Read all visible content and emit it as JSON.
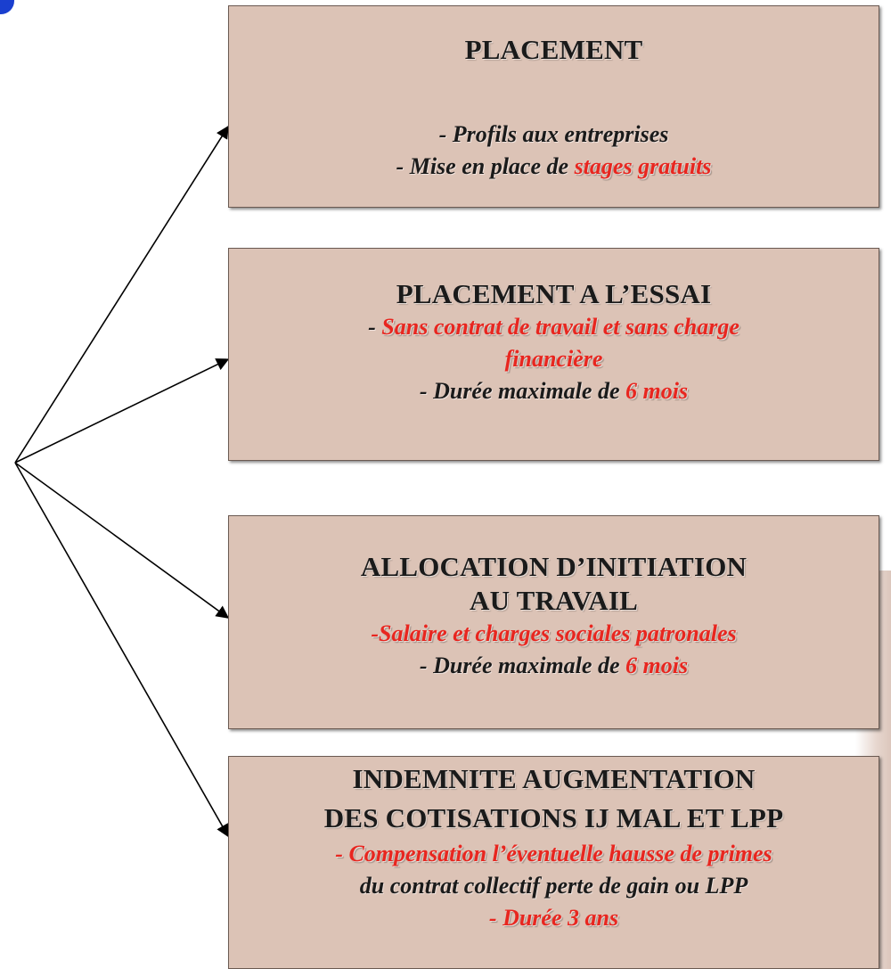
{
  "boxes": [
    {
      "title": "PLACEMENT",
      "lines": [
        {
          "prefix": "- Profils aux entreprises",
          "highlight": "",
          "suffix": ""
        },
        {
          "prefix": "- Mise en place de ",
          "highlight": "stages gratuits",
          "suffix": ""
        }
      ]
    },
    {
      "title": "PLACEMENT A L’ESSAI",
      "lines": [
        {
          "prefix": "- ",
          "highlight": "Sans contrat de travail  et sans charge",
          "suffix": ""
        },
        {
          "prefix": "",
          "highlight": "financière",
          "suffix": ""
        },
        {
          "prefix": "- Durée maximale de ",
          "highlight": "6 mois",
          "suffix": ""
        }
      ]
    },
    {
      "title_line1": "ALLOCATION D’INITIATION",
      "title_line2": "AU TRAVAIL",
      "lines": [
        {
          "prefix": "",
          "highlight": "-Salaire et charges sociales patronales",
          "suffix": ""
        },
        {
          "prefix": "- Durée maximale de ",
          "highlight": "6 mois",
          "suffix": ""
        }
      ]
    },
    {
      "title_line1": "INDEMNITE AUGMENTATION",
      "title_line2": "DES COTISATIONS IJ MAL ET LPP",
      "lines": [
        {
          "prefix": "",
          "highlight": "- Compensation l’éventuelle hausse de primes",
          "suffix": ""
        },
        {
          "prefix": "du contrat collectif perte de gain ou LPP",
          "highlight": "",
          "suffix": ""
        },
        {
          "prefix": "",
          "highlight": "- Durée 3 ans",
          "suffix": ""
        }
      ]
    }
  ],
  "colors": {
    "box_fill": "#dcc3b6",
    "highlight_text": "#e8261f",
    "arrow": "#000000",
    "corner_accent": "#1a3fcf"
  }
}
